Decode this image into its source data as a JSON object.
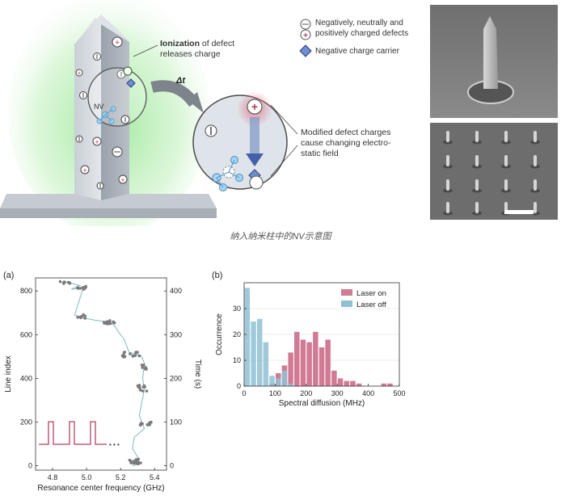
{
  "figure_top": {
    "ionization_bold": "Ionization",
    "ionization_rest": " of defect",
    "ionization_line2": "releases charge",
    "nv_label": "NV",
    "delta_t": "Δt",
    "legend_defects_line1": "Negatively, neutrally and",
    "legend_defects_line2": "positively charged defects",
    "legend_carrier": "Negative charge carrier",
    "modified_line1": "Modified defect charges",
    "modified_line2": "cause changing electro-",
    "modified_line3": "static field"
  },
  "caption": "纳入纳米柱中的NV示意图",
  "chart_data": [
    {
      "type": "scatter",
      "panel_label": "(a)",
      "xlabel": "Resonance center frequency (GHz)",
      "ylabel": "Line index",
      "ylabel_right": "Time (s)",
      "xlim": [
        4.7,
        5.47
      ],
      "ylim": [
        -20,
        860
      ],
      "xticks": [
        4.8,
        5.0,
        5.2,
        5.4
      ],
      "xtick_labels": [
        "4.8",
        "5.0",
        "5.2",
        "5.4"
      ],
      "yticks": [
        0,
        200,
        400,
        600,
        800
      ],
      "ytick_labels": [
        "0",
        "200",
        "400",
        "600",
        "800"
      ],
      "right_ticks": [
        0,
        100,
        200,
        300,
        400
      ],
      "right_tick_labels": [
        "0",
        "100",
        "200",
        "300",
        "400"
      ],
      "right_lim": [
        -10,
        430
      ],
      "trace": [
        [
          4.84,
          840
        ],
        [
          4.9,
          838
        ],
        [
          4.96,
          825
        ],
        [
          4.91,
          808
        ],
        [
          4.98,
          815
        ],
        [
          4.93,
          690
        ],
        [
          4.99,
          675
        ],
        [
          5.06,
          665
        ],
        [
          5.12,
          660
        ],
        [
          5.16,
          645
        ],
        [
          5.19,
          610
        ],
        [
          5.22,
          580
        ],
        [
          5.25,
          520
        ],
        [
          5.32,
          505
        ],
        [
          5.34,
          470
        ],
        [
          5.33,
          400
        ],
        [
          5.34,
          350
        ],
        [
          5.32,
          270
        ],
        [
          5.31,
          230
        ],
        [
          5.33,
          190
        ],
        [
          5.34,
          170
        ],
        [
          5.28,
          130
        ],
        [
          5.27,
          80
        ],
        [
          5.3,
          40
        ],
        [
          5.31,
          10
        ],
        [
          5.27,
          0
        ]
      ],
      "clusters": [
        {
          "x": 4.88,
          "y": 838,
          "spread_x": 0.035,
          "spread_y": 6,
          "n": 8
        },
        {
          "x": 4.97,
          "y": 815,
          "spread_x": 0.03,
          "spread_y": 8,
          "n": 10
        },
        {
          "x": 4.97,
          "y": 684,
          "spread_x": 0.025,
          "spread_y": 10,
          "n": 8
        },
        {
          "x": 5.12,
          "y": 656,
          "spread_x": 0.05,
          "spread_y": 10,
          "n": 14
        },
        {
          "x": 5.26,
          "y": 510,
          "spread_x": 0.05,
          "spread_y": 12,
          "n": 14
        },
        {
          "x": 5.34,
          "y": 450,
          "spread_x": 0.015,
          "spread_y": 14,
          "n": 6
        },
        {
          "x": 5.33,
          "y": 355,
          "spread_x": 0.03,
          "spread_y": 14,
          "n": 12
        },
        {
          "x": 5.34,
          "y": 190,
          "spread_x": 0.04,
          "spread_y": 10,
          "n": 12
        },
        {
          "x": 5.28,
          "y": 20,
          "spread_x": 0.045,
          "spread_y": 12,
          "n": 14
        }
      ],
      "pulse_dots": "• • •",
      "colors": {
        "points": "#7a7a7a",
        "line": "#7fb9b8",
        "pulse": "#b0455f"
      }
    },
    {
      "type": "bar",
      "panel_label": "(b)",
      "xlabel": "Spectral diffusion (MHz)",
      "ylabel": "Occurrence",
      "xlim": [
        0,
        500
      ],
      "ylim": [
        0,
        40
      ],
      "xticks": [
        0,
        100,
        200,
        300,
        400,
        500
      ],
      "xtick_labels": [
        "0",
        "100",
        "200",
        "300",
        "400",
        "500"
      ],
      "yticks": [
        0,
        10,
        20,
        30
      ],
      "ytick_labels": [
        "0",
        "10",
        "20",
        "30"
      ],
      "bin_width": 20,
      "series": [
        {
          "name": "Laser on",
          "color": "#d17a93",
          "bin_starts": [
            80,
            100,
            120,
            140,
            160,
            180,
            200,
            220,
            240,
            260,
            280,
            300,
            320,
            340,
            360,
            380,
            400,
            420,
            440,
            460
          ],
          "values": [
            1,
            5,
            8,
            13,
            21,
            18,
            17,
            21,
            15,
            18,
            6,
            3,
            2,
            2,
            1,
            0,
            0,
            0,
            1,
            1
          ]
        },
        {
          "name": "Laser off",
          "color": "#8fc1d4",
          "bin_starts": [
            0,
            20,
            40,
            60,
            80,
            100,
            120,
            140
          ],
          "values": [
            38,
            25,
            26,
            17,
            4,
            3,
            6,
            1
          ]
        }
      ]
    }
  ]
}
